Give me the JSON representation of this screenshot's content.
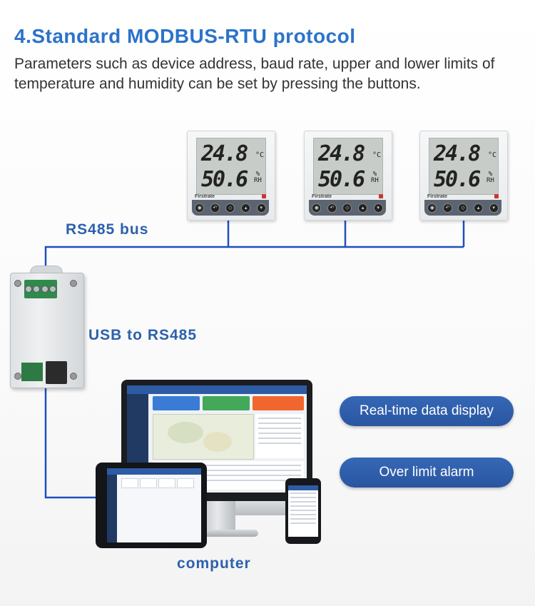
{
  "header": {
    "title": "4.Standard MODBUS-RTU protocol",
    "description": "Parameters such as device address, baud rate, upper and lower limits of temperature and humidity can be set by pressing the buttons."
  },
  "diagram": {
    "bus_label": "RS485 bus",
    "converter_label": "USB to RS485",
    "computer_label": "computer"
  },
  "features": {
    "realtime": "Real-time data display",
    "alarm": "Over limit alarm"
  },
  "sensor_display": {
    "temperature": "24.8",
    "temp_unit": "°C",
    "humidity": "50.6",
    "hum_unit_top": "%",
    "hum_unit_bottom": "RH",
    "brand": "Firstrate"
  },
  "colors": {
    "title": "#2b73c9",
    "label": "#2c61ad",
    "pill": "#2f5ea9",
    "wire": "#1f4fc0"
  }
}
